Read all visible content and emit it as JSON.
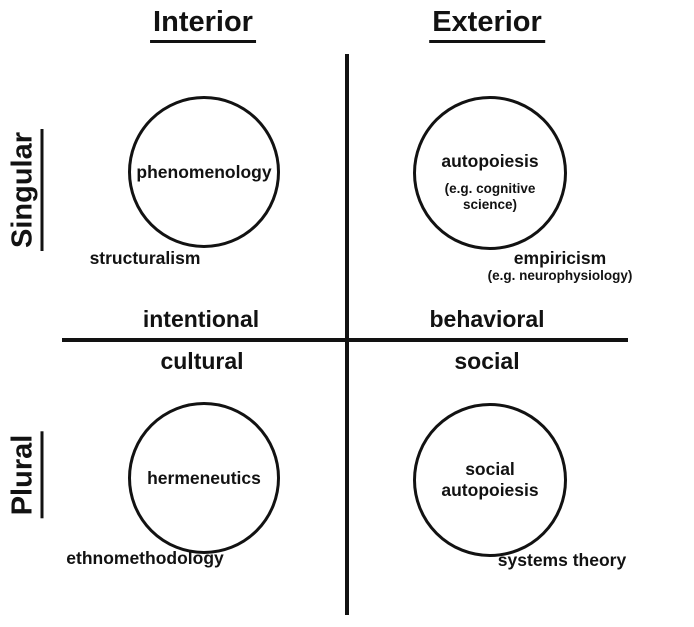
{
  "headers": {
    "interior": "Interior",
    "exterior": "Exterior",
    "singular": "Singular",
    "plural": "Plural"
  },
  "axis_labels": {
    "upper_left": "intentional",
    "upper_right": "behavioral",
    "lower_left": "cultural",
    "lower_right": "social"
  },
  "quadrants": {
    "upper_left": {
      "circle_label": "phenomenology",
      "corner_label": "structuralism"
    },
    "upper_right": {
      "circle_label": "autopoiesis",
      "circle_sublabel": "(e.g. cognitive science)",
      "corner_label": "empiricism",
      "corner_sublabel": "(e.g. neurophysiology)"
    },
    "lower_left": {
      "circle_label": "hermeneutics",
      "corner_label": "ethnomethodology"
    },
    "lower_right": {
      "circle_label": "social autopoiesis",
      "corner_label": "systems theory"
    }
  },
  "colors": {
    "ink": "#121212",
    "background": "#ffffff"
  }
}
